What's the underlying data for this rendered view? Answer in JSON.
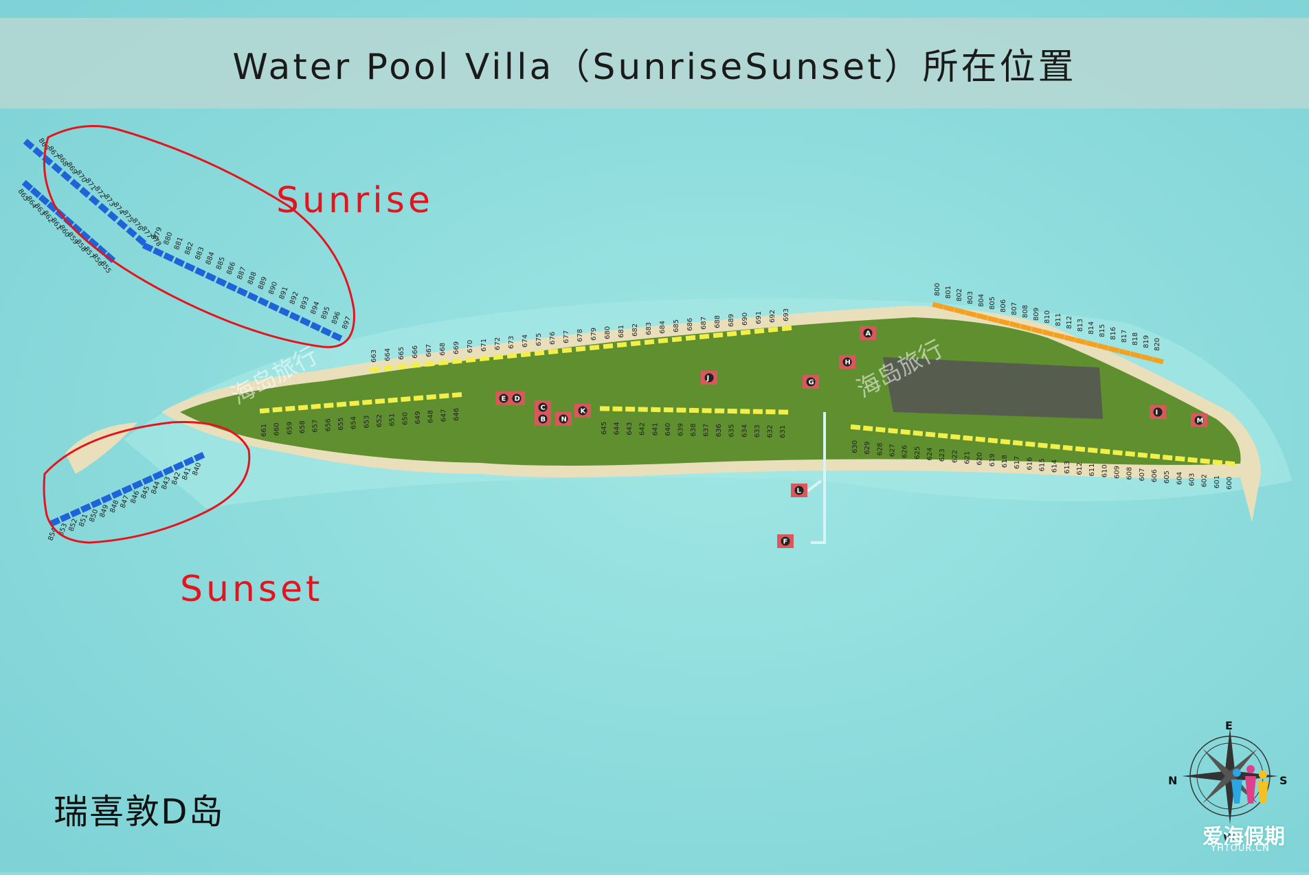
{
  "title": "Water Pool Villa（SunriseSunset）所在位置",
  "labels": {
    "sunrise": "Sunrise",
    "sunset": "Sunset"
  },
  "island_name": "瑞喜敦D岛",
  "watermark": "海岛旅行",
  "brand": {
    "name": "爱海假期",
    "site": "YHTOUR.CN"
  },
  "compass": {
    "north": "N",
    "east": "E",
    "south": "S",
    "west": "W"
  },
  "colors": {
    "sea": "#8fdcdc",
    "land": "#5f8f2e",
    "beach": "#e9e0bb",
    "sunrise_sunset_villa": "#1f63d8",
    "beach_villa": "#f2ee4a",
    "ocean_villa": "#f5a020",
    "facility": "#d9585c",
    "highlight": "#e4141e"
  },
  "villas": {
    "sunrise_group1": [
      "866",
      "867",
      "868",
      "869",
      "870",
      "871",
      "872",
      "873",
      "874",
      "875",
      "876",
      "877",
      "878"
    ],
    "sunrise_group2": [
      "865",
      "864",
      "863",
      "862",
      "861",
      "860",
      "859",
      "858",
      "857",
      "856",
      "855"
    ],
    "sunrise_group3": [
      "879",
      "880",
      "881",
      "882",
      "883",
      "884",
      "885",
      "886",
      "887",
      "888",
      "889",
      "890",
      "891",
      "892",
      "893",
      "894",
      "895",
      "896",
      "897"
    ],
    "sunset": [
      "854",
      "853",
      "852",
      "851",
      "850",
      "849",
      "848",
      "847",
      "846",
      "845",
      "844",
      "843",
      "842",
      "841",
      "840"
    ],
    "north_beach": [
      "663",
      "664",
      "665",
      "666",
      "667",
      "668",
      "669",
      "670",
      "671",
      "672",
      "673",
      "674",
      "675",
      "676",
      "677",
      "678",
      "679",
      "680",
      "681",
      "682",
      "683",
      "684",
      "685",
      "686",
      "687",
      "688",
      "689",
      "690",
      "691",
      "692",
      "693"
    ],
    "south_beach_west": [
      "661",
      "660",
      "659",
      "658",
      "657",
      "656",
      "655",
      "654",
      "653",
      "652",
      "651",
      "650",
      "649",
      "648",
      "647",
      "646"
    ],
    "south_beach_mid": [
      "645",
      "644",
      "643",
      "642",
      "641",
      "640",
      "639",
      "638",
      "637",
      "636",
      "635",
      "634",
      "633",
      "632",
      "631"
    ],
    "south_beach_east": [
      "630",
      "629",
      "628",
      "627",
      "626",
      "625",
      "624",
      "623",
      "622",
      "621",
      "620",
      "619",
      "618",
      "617",
      "616",
      "615",
      "614",
      "613",
      "612",
      "611",
      "610",
      "609",
      "608",
      "607",
      "606",
      "605",
      "604",
      "603",
      "602",
      "601",
      "600"
    ],
    "ocean_villas": [
      "800",
      "801",
      "802",
      "803",
      "804",
      "805",
      "806",
      "807",
      "808",
      "809",
      "810",
      "811",
      "812",
      "813",
      "814",
      "815",
      "816",
      "817",
      "818",
      "819",
      "820"
    ]
  },
  "facilities": [
    "A",
    "B",
    "C",
    "D",
    "E",
    "F",
    "G",
    "H",
    "I",
    "J",
    "K",
    "L",
    "M",
    "N"
  ]
}
